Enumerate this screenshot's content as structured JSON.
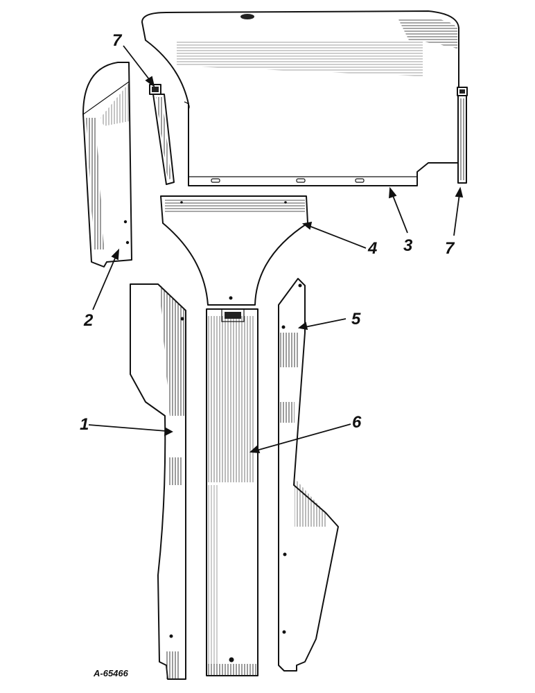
{
  "figure_id": "A-65466",
  "callouts": {
    "c1": "1",
    "c2": "2",
    "c3": "3",
    "c4": "4",
    "c5": "5",
    "c6": "6",
    "c7_left": "7",
    "c7_right": "7"
  },
  "colors": {
    "ink": "#111111",
    "background": "#ffffff"
  }
}
